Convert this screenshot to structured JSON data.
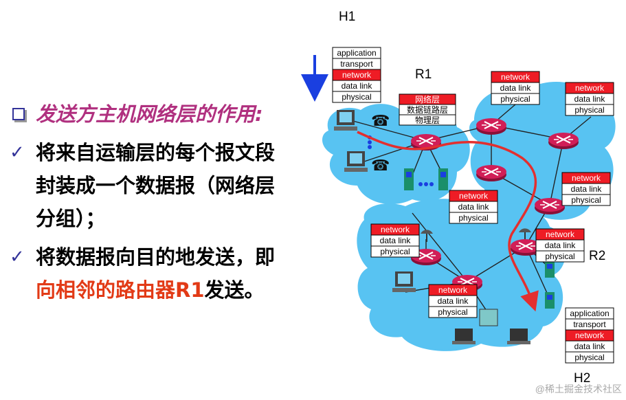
{
  "slide": {
    "heading": "发送方主机网络层的作用:",
    "bullets": [
      {
        "text_lines": [
          "将来自运输层的每个报文段",
          "封装成一个数据报（网络层",
          "分组）；"
        ]
      },
      {
        "text_lines": [
          "将数据报向目的地发送，即"
        ],
        "highlight": "向相邻的路由器R1",
        "suffix": "发送。"
      }
    ]
  },
  "diagram": {
    "host_h1_label": "H1",
    "host_h2_label": "H2",
    "router_r1_label": "R1",
    "router_r2_label": "R2",
    "h1_stack": [
      "application",
      "transport",
      "network",
      "data link",
      "physical"
    ],
    "h2_stack": [
      "application",
      "transport",
      "network",
      "data link",
      "physical"
    ],
    "r1_stack": [
      "网络层",
      "数据链路层",
      "物理层"
    ],
    "router_stack": [
      "network",
      "data link",
      "physical"
    ]
  },
  "colors": {
    "cloud": "#58c3f2",
    "network_layer": "#ee1c25",
    "path_arrow": "#e32f2f",
    "down_arrow": "#1a3fe0",
    "heading": "#b0307f",
    "highlight": "#e23a16",
    "router": "#d11e57"
  },
  "watermark": "@稀土掘金技术社区"
}
